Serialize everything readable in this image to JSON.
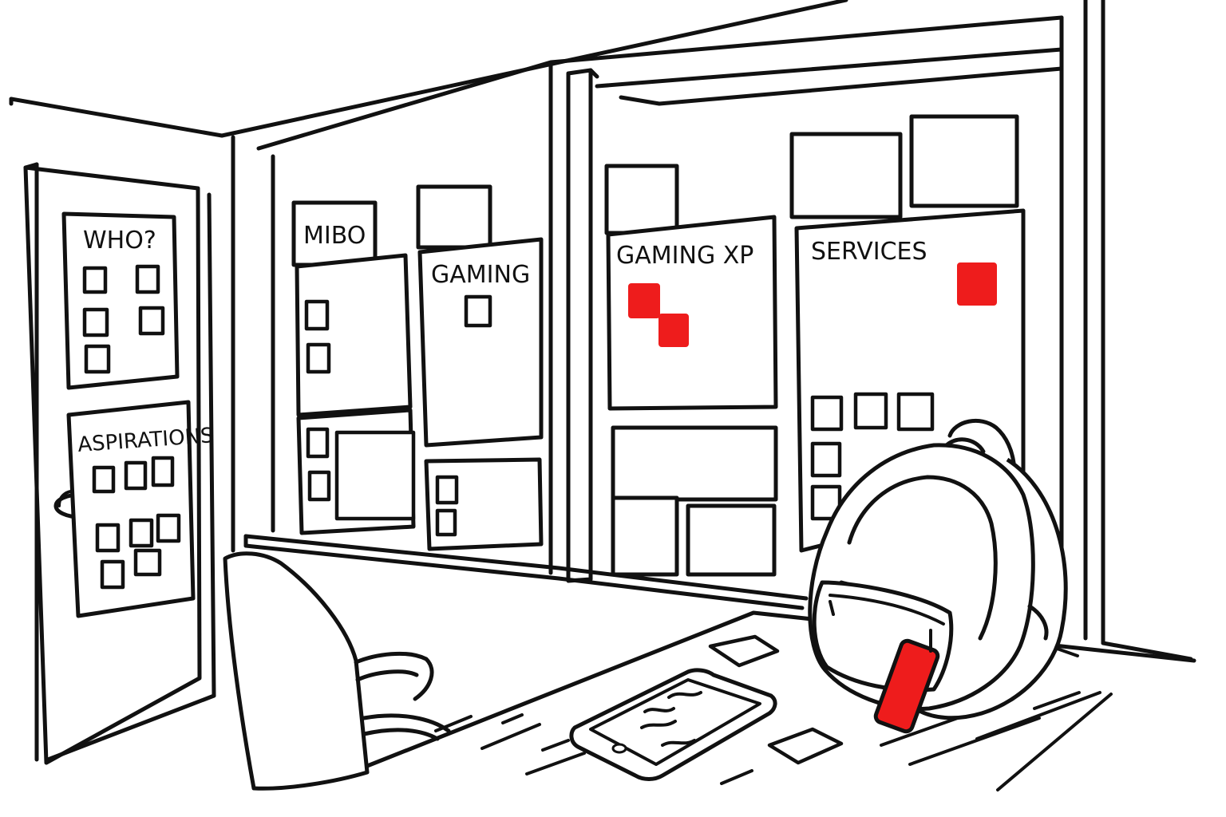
{
  "colors": {
    "ink": "#111111",
    "accent_red": "#EE1C1C",
    "paper": "#FFFFFF"
  },
  "door": {
    "board_top_label": "WHO?",
    "board_bottom_label": "ASPIRATIONS"
  },
  "wall": {
    "board_1_label": "MIBO",
    "board_2_label": "GAMING",
    "board_3_label": "GAMING XP",
    "board_4_label": "SERVICES"
  },
  "desk": {
    "items": [
      "chair",
      "phone",
      "backpack",
      "notes"
    ]
  }
}
